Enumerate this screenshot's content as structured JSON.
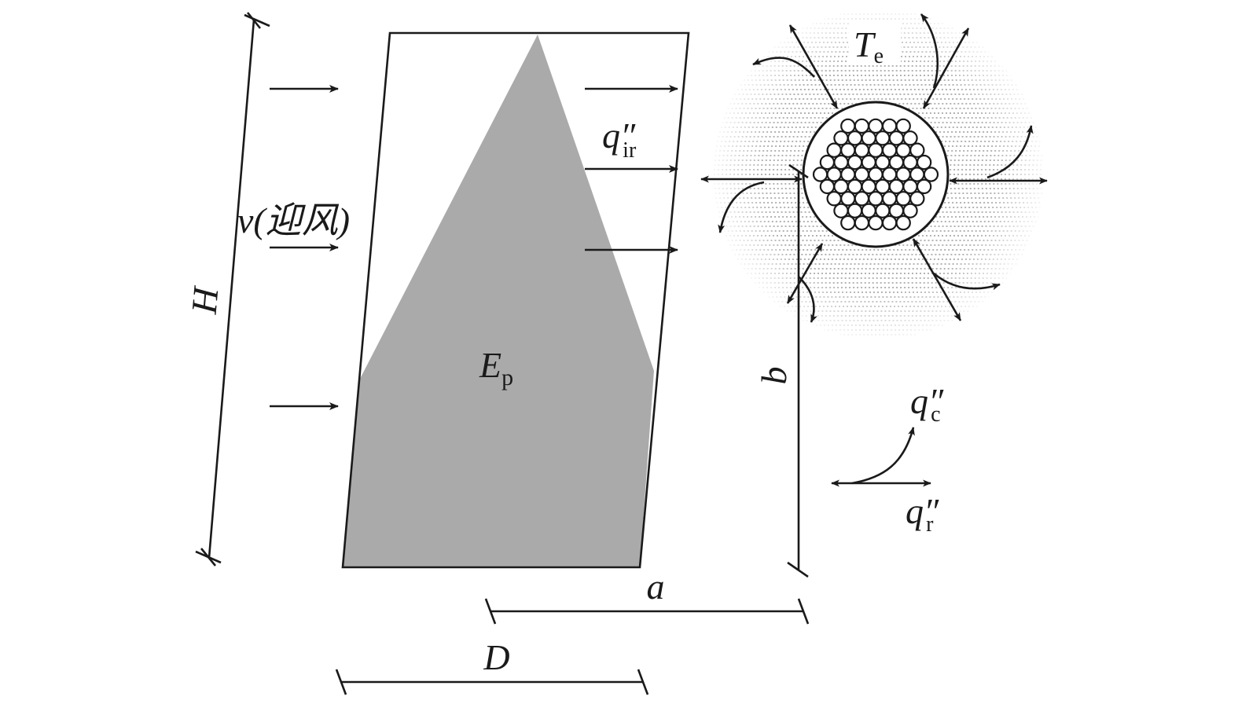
{
  "labels": {
    "height": "H",
    "wind": "v(迎风)",
    "emissive_power": "E",
    "emissive_power_sub": "p",
    "incident_flux": "q″",
    "incident_flux_sub": "ir",
    "env_temp": "T",
    "env_temp_sub": "e",
    "convective_flux": "q″",
    "convective_flux_sub": "c",
    "radiative_flux": "q″",
    "radiative_flux_sub": "r",
    "distance_b": "b",
    "distance_a": "a",
    "diameter": "D"
  },
  "colors": {
    "flame_fill": "#aaaaaa",
    "ink": "#1a1a1a",
    "haze": "#9a9a9a"
  },
  "icons": {
    "wind_arrow": "right-arrow",
    "flux_arrow": "right-arrow",
    "cable": "circle-of-wires",
    "heat_exchange": "double-headed-arrow"
  }
}
